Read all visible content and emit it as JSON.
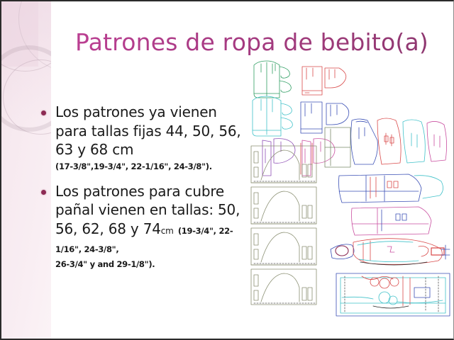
{
  "slide": {
    "title": "Patrones de ropa de bebito(a)",
    "title_color": "#a93a84",
    "background_color": "#ffffff",
    "sidebar_color": "#f7eaf0",
    "bullet_color": "#8d2b54",
    "body_text_color": "#1a1a1a"
  },
  "bullets": [
    {
      "main": "Los patrones ya vienen para tallas fijas 44, 50, 56, 63 y 68 cm",
      "sub": "(17-3/8\",19-3/4\", 22-1/16\", 24-3/8\")."
    },
    {
      "main": "Los patrones para cubre pañal vienen en tallas: 50, 56, 62, 68 y 74",
      "unit": "cm",
      "sub_line1": "(19-3/4\", 22-1/16\", 24-3/8\",",
      "sub_line2": "26-3/4\" y and 29-1/8\")."
    }
  ],
  "artwork": {
    "name": "sewing-pattern-sheet",
    "description": "Multicolor baby clothing sewing pattern layout sheet",
    "colors": [
      "#2f9e63",
      "#3fc1c9",
      "#d94a4a",
      "#3a4fb5",
      "#8e4fb5",
      "#c94fa0",
      "#7a8a6a"
    ]
  }
}
